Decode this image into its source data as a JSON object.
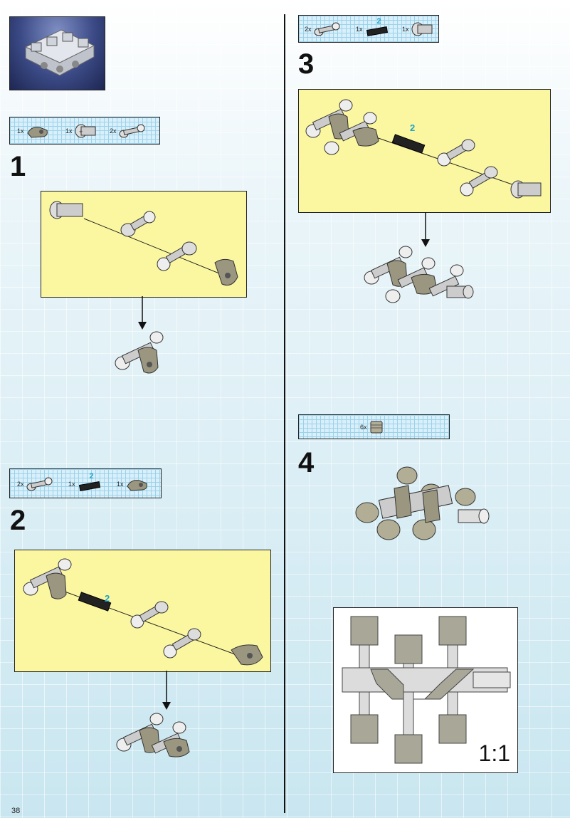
{
  "page_number": "38",
  "steps": [
    {
      "number": "1",
      "parts": [
        {
          "qty": "1x",
          "icon": "crank-half-icon"
        },
        {
          "qty": "1x",
          "icon": "axle-connector-icon"
        },
        {
          "qty": "2x",
          "icon": "connecting-rod-icon"
        }
      ]
    },
    {
      "number": "2",
      "parts": [
        {
          "qty": "2x",
          "icon": "connecting-rod-icon"
        },
        {
          "qty": "1x",
          "icon": "axle-2-icon",
          "label": "2"
        },
        {
          "qty": "1x",
          "icon": "crank-half-icon"
        }
      ]
    },
    {
      "number": "3",
      "parts": [
        {
          "qty": "2x",
          "icon": "connecting-rod-icon"
        },
        {
          "qty": "1x",
          "icon": "axle-2-icon",
          "label": "2"
        },
        {
          "qty": "1x",
          "icon": "axle-connector-icon"
        }
      ]
    },
    {
      "number": "4",
      "parts": [
        {
          "qty": "6x",
          "icon": "piston-icon"
        }
      ]
    }
  ],
  "axle_callout": "2",
  "ratio_label": "1:1",
  "colors": {
    "page_bg": "#dbeef5",
    "grid": "#9bd2ea",
    "callout_bg": "#fbf7a0",
    "part_gray": "#c8c8c8",
    "part_dark": "#9a9680",
    "label_blue": "#1fa3c9"
  }
}
